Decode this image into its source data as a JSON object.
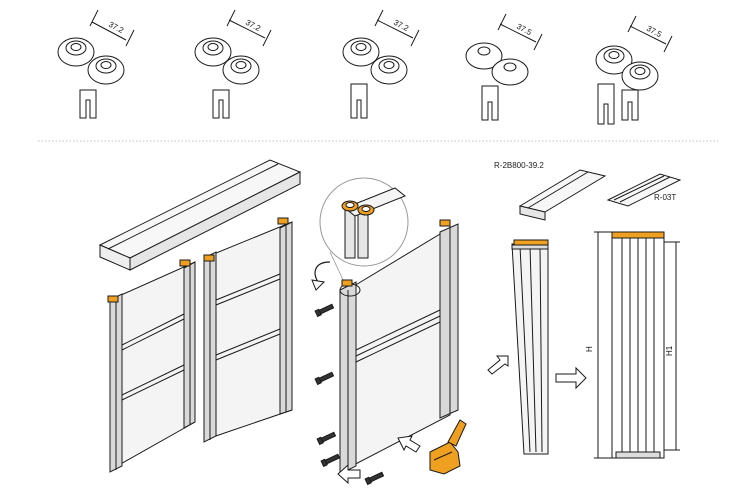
{
  "rollers": [
    {
      "dimension": "37.2"
    },
    {
      "dimension": "37.2"
    },
    {
      "dimension": "37.2"
    },
    {
      "dimension": "37.5"
    },
    {
      "dimension": "37.5"
    }
  ],
  "profiles": {
    "top_track_label": "R-2B800-39.2",
    "bottom_track_label": "R-03T"
  },
  "dimensions": {
    "height_label": "H",
    "height1_label": "H1"
  },
  "colors": {
    "line": "#1a1a1a",
    "accent": "#f0a020",
    "frame_fill": "#f4f4f4",
    "divider": "#aaaaaa"
  },
  "icons": [
    "roller-wheel-icon",
    "screw-icon",
    "curved-arrow-icon",
    "hollow-arrow-icon",
    "hand-icon"
  ]
}
